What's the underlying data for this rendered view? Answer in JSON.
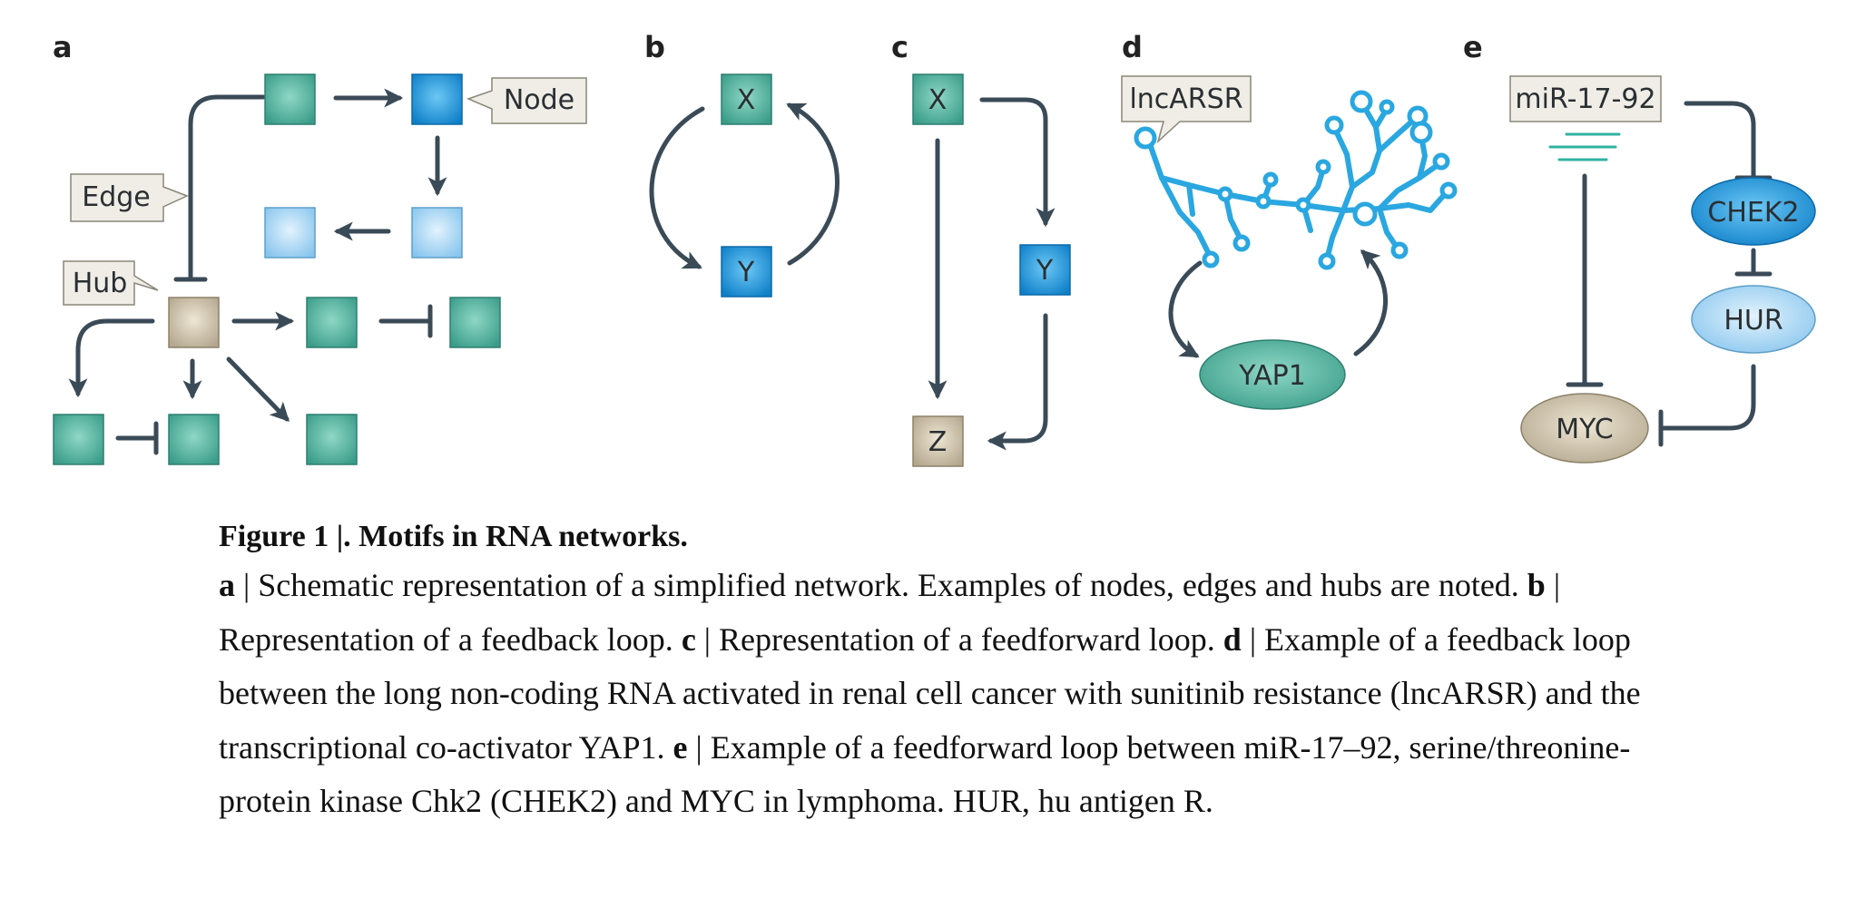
{
  "colors": {
    "teal": "#4fb3a0",
    "blue": "#1e96dc",
    "light_blue": "#9fd2f3",
    "tan": "#c8bda6",
    "edge": "#3a4a57",
    "rna": "#2aa7e0",
    "callout_fill": "#efede6"
  },
  "figure": {
    "panels": {
      "a": {
        "letter": "a",
        "callouts": {
          "node": "Node",
          "edge": "Edge",
          "hub": "Hub"
        }
      },
      "b": {
        "letter": "b",
        "node_x": "X",
        "node_y": "Y"
      },
      "c": {
        "letter": "c",
        "node_x": "X",
        "node_y": "Y",
        "node_z": "Z"
      },
      "d": {
        "letter": "d",
        "rna_label": "lncARSR",
        "node_yap1": "YAP1"
      },
      "e": {
        "letter": "e",
        "mirna_label": "miR-17-92",
        "node_chek2": "CHEK2",
        "node_hur": "HUR",
        "node_myc": "MYC"
      }
    }
  },
  "caption": {
    "title": "Figure 1 |. Motifs in RNA networks.",
    "items": [
      {
        "letter": "a",
        "text": " | Schematic representation of a simplified network. Examples of nodes, edges and hubs are noted. "
      },
      {
        "letter": "b",
        "text": " | Representation of a feedback loop. "
      },
      {
        "letter": "c",
        "text": " | Representation of a feedforward loop. "
      },
      {
        "letter": "d",
        "text": " | Example of a feedback loop between the long non-coding RNA activated in renal cell cancer with sunitinib resistance (lncARSR) and the transcriptional co-activator YAP1. "
      },
      {
        "letter": "e",
        "text": " | Example of a feedforward loop between miR-17–92, serine/threonine-protein kinase Chk2 (CHEK2) and MYC in lymphoma. HUR, hu antigen R."
      }
    ]
  }
}
